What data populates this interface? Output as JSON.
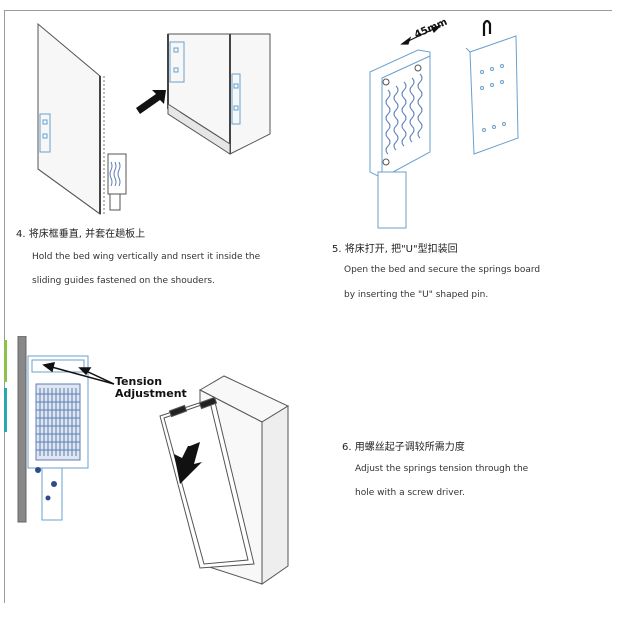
{
  "steps": [
    {
      "title": "4. 将床框垂直, 并套在趟板上",
      "line1": "Hold the bed wing vertically and nsert it inside the",
      "line2": "sliding guides fastened on the shouders."
    },
    {
      "title": "5. 将床打开, 把\"U\"型扣装回",
      "line1": "Open the bed and secure the springs board",
      "line2": "by inserting the \"U\" shaped pin."
    },
    {
      "title": "6. 用螺丝起子调较所需力度",
      "line1": "Adjust the springs tension through the",
      "line2": "hole with a screw driver."
    }
  ],
  "labels": {
    "dimension": "45mm",
    "tension_line1": "Tension",
    "tension_line2": "Adjustment"
  },
  "colors": {
    "line": "#555555",
    "spring_blue": "#5b7fb5",
    "frame_blue": "#6aa0cc",
    "accent_green": "#8bc34a",
    "accent_teal": "#2aa8b0"
  }
}
